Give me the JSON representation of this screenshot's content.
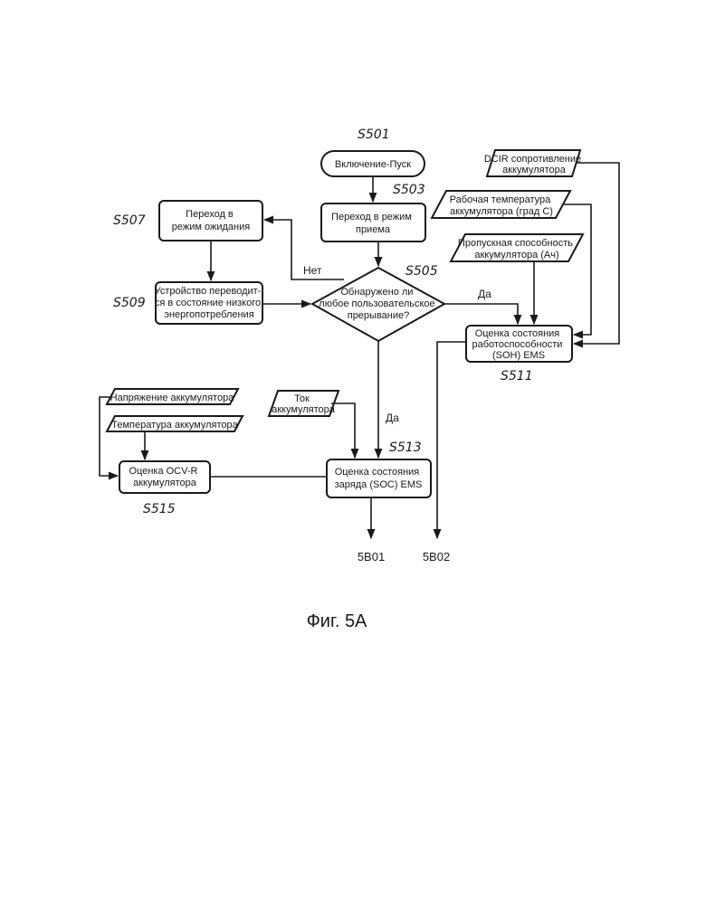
{
  "steps": {
    "s501": "S501",
    "s503": "S503",
    "s505": "S505",
    "s507": "S507",
    "s509": "S509",
    "s511": "S511",
    "s513": "S513",
    "s515": "S515"
  },
  "nodes": {
    "start": [
      "Включение-Пуск"
    ],
    "receive_mode": [
      "Переход в режим",
      "приема"
    ],
    "standby_mode": [
      "Переход в",
      "режим ожидания"
    ],
    "low_power": [
      "Устройство переводит-",
      "ся в состояние низкого",
      "энергопотребления"
    ],
    "interrupt_decision": [
      "Обнаружено ли",
      "любое пользовательское",
      "прерывание?"
    ],
    "dcir_input": [
      "DCIR сопротивление",
      "аккумулятора"
    ],
    "temp_input": [
      "Рабочая температура",
      "аккумулятора (град С)"
    ],
    "capacity_input": [
      "Пропускная способность",
      "аккумулятора (Ач)"
    ],
    "soh_estimate": [
      "Оценка состояния",
      "работоспособности",
      "(SOH) EMS"
    ],
    "voltage_input": [
      "Напряжение аккумулятора"
    ],
    "battery_temp_input": [
      "Температура аккумулятора"
    ],
    "current_input": [
      "Ток",
      "аккумулятора"
    ],
    "ocv_estimate": [
      "Оценка OCV-R",
      "аккумулятора"
    ],
    "soc_estimate": [
      "Оценка состояния",
      "заряда (SOC) EMS"
    ]
  },
  "edge_labels": {
    "no": "Нет",
    "yes_right": "Да",
    "yes_down": "Да"
  },
  "connectors": {
    "out1": "5B01",
    "out2": "5B02"
  },
  "caption": "Фиг. 5А"
}
